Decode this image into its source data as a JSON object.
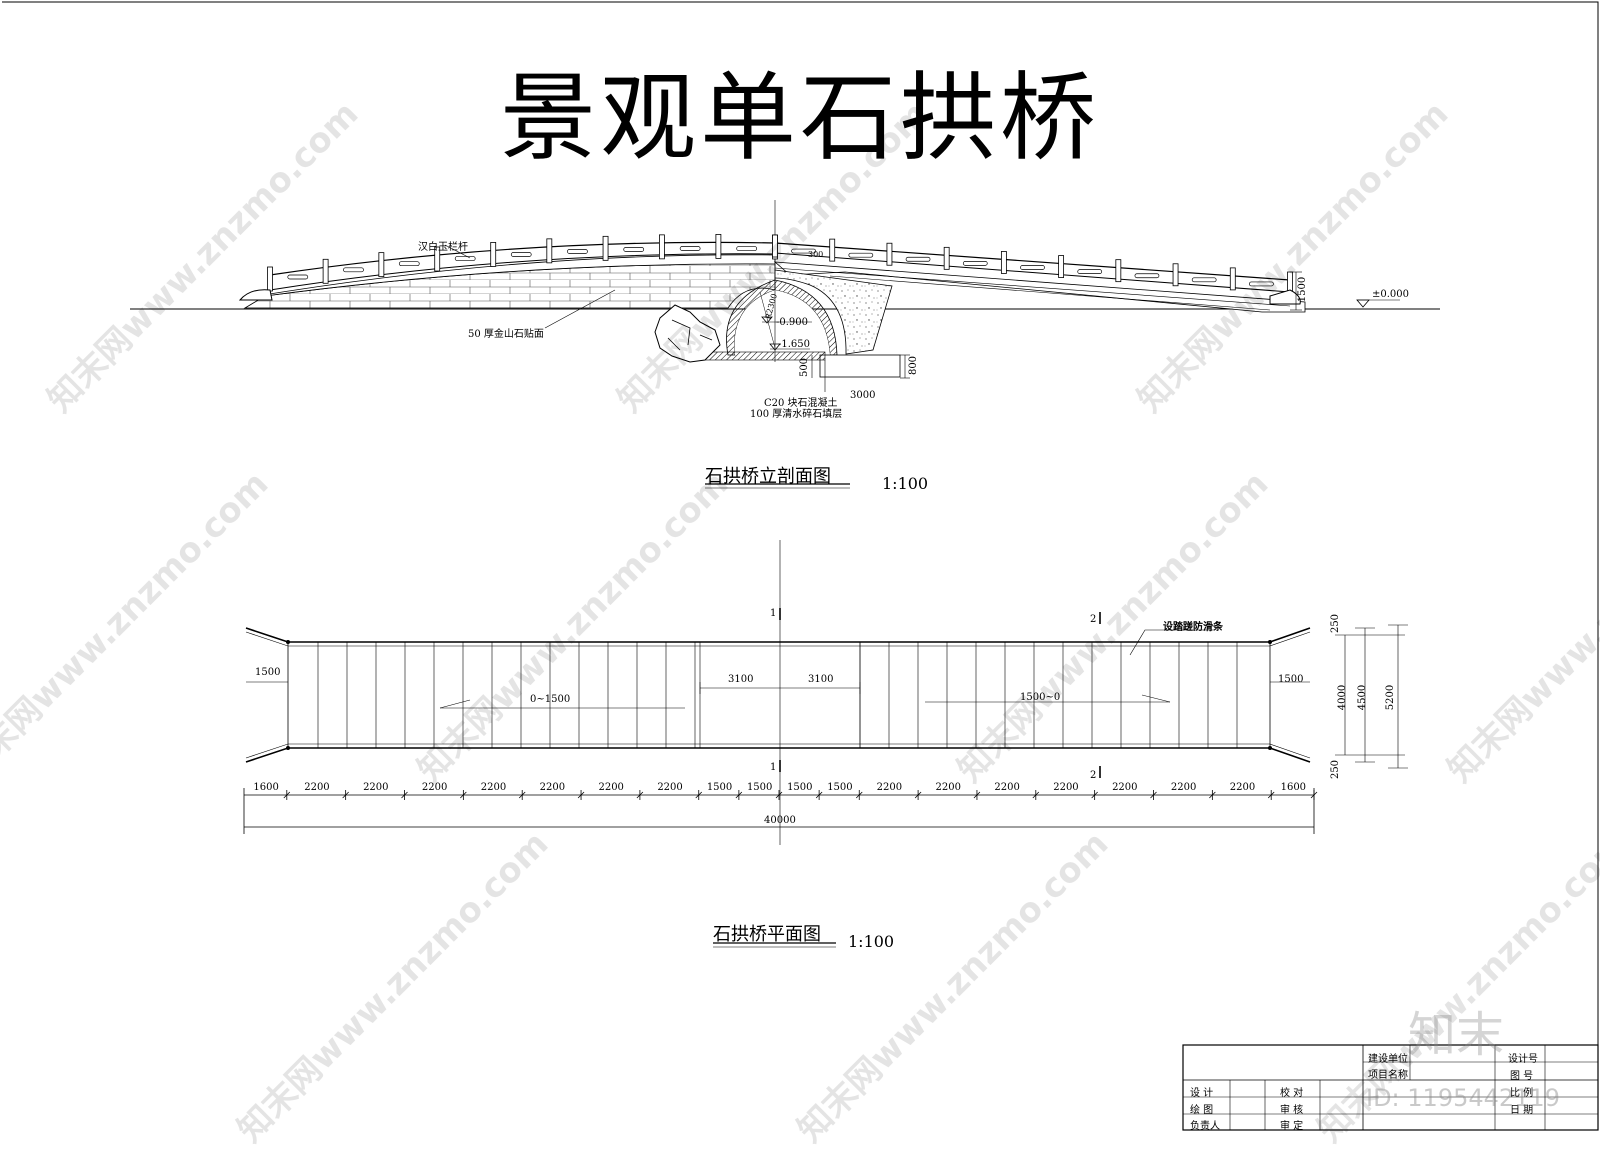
{
  "drawing": {
    "title": "景观单石拱桥",
    "elevation": {
      "caption": "石拱桥立剖面图",
      "scale": "1:100",
      "labels": {
        "railing": "汉白玉栏杆",
        "facing": "50 厚金山石贴面",
        "concrete": "C20  块石混凝土",
        "fill": "100  厚清水碎石填层",
        "datum": "±0.000",
        "level_water": "-0.900",
        "level_bottom": "-1.650",
        "dim_3000": "3000",
        "dim_500": "500",
        "dim_800": "800",
        "dim_1500": "1500",
        "radius": "R2300",
        "dim_300": "300"
      }
    },
    "plan": {
      "caption": "石拱桥平面图",
      "scale": "1:100",
      "labels": {
        "antislip": "设踏蹉防滑条",
        "slope_left": "0~1500",
        "slope_right": "1500~0",
        "mid_left": "3100",
        "mid_right": "3100",
        "end_left": "1500",
        "end_right": "1500",
        "section_1": "1",
        "section_2": "2",
        "w250_top": "250",
        "w4000": "4000",
        "w4500": "4500",
        "w5200": "5200",
        "w250_bottom": "250",
        "total": "40000"
      },
      "segments": [
        "1600",
        "2200",
        "2200",
        "2200",
        "2200",
        "2200",
        "2200",
        "2200",
        "1500",
        "1500",
        "1500",
        "1500",
        "2200",
        "2200",
        "2200",
        "2200",
        "2200",
        "2200",
        "2200",
        "1600"
      ]
    }
  },
  "title_block": {
    "build_unit": "建设单位",
    "project_name": "项目名称",
    "design_no": "设计号",
    "drawing_no": "图 号",
    "ratio": "比 例",
    "date": "日 期",
    "design": "设 计",
    "draw": "绘 图",
    "responsible": "负责人",
    "check": "校 对",
    "review": "审 核",
    "approve": "审 定"
  },
  "watermark": {
    "text": "知末网www.znzmo.com",
    "logo": "知末",
    "id": "ID: 1195442119"
  }
}
